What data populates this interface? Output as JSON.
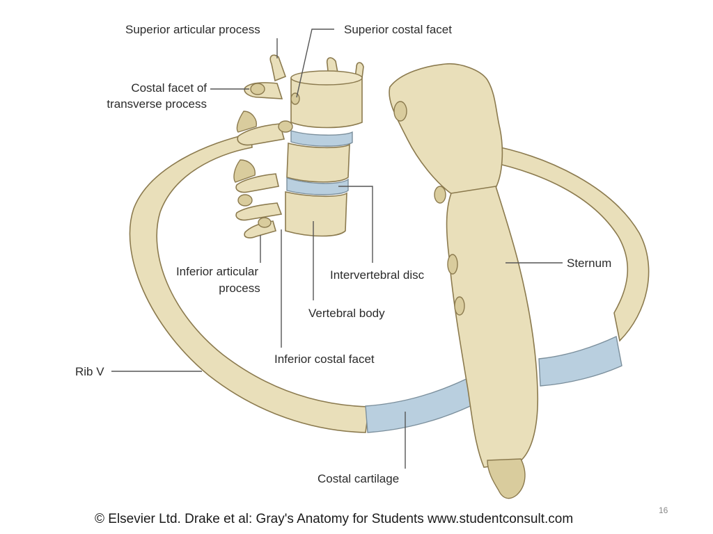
{
  "labels": {
    "superior_articular_process": "Superior articular process",
    "superior_costal_facet": "Superior costal facet",
    "costal_facet_transverse_1": "Costal facet of",
    "costal_facet_transverse_2": "transverse process",
    "inferior_articular_1": "Inferior articular",
    "inferior_articular_2": "process",
    "intervertebral_disc": "Intervertebral disc",
    "vertebral_body": "Vertebral body",
    "inferior_costal_facet": "Inferior costal facet",
    "sternum": "Sternum",
    "rib_v": "Rib V",
    "costal_cartilage": "Costal cartilage"
  },
  "credit": "© Elsevier Ltd. Drake et al: Gray's Anatomy for Students www.studentconsult.com",
  "page_number": "16",
  "colors": {
    "bone": "#e9dfba",
    "cartilage": "#b9cfdf",
    "outline": "#8b7a4e"
  }
}
